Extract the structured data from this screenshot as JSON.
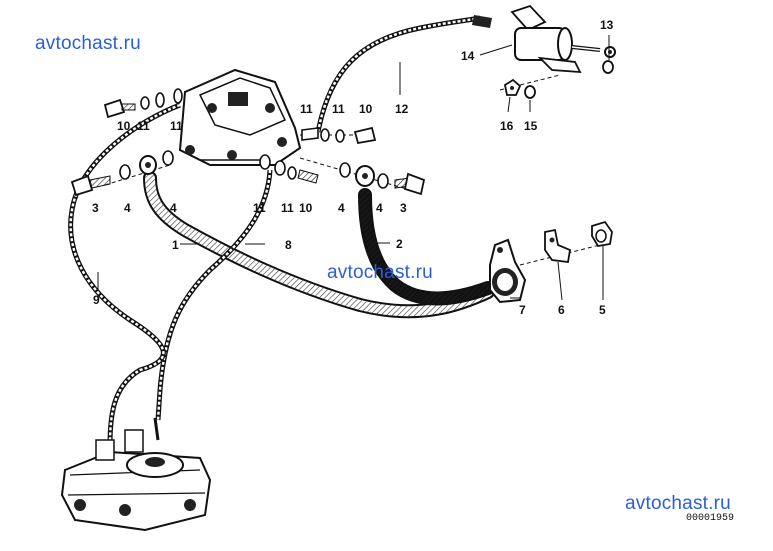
{
  "watermarks": [
    "avtochast.ru",
    "avtochast.ru",
    "avtochast.ru"
  ],
  "diagram_code": "00001959",
  "part_numbers": {
    "n1": "1",
    "n2": "2",
    "n3": "3",
    "n4": "4",
    "n5": "5",
    "n6": "6",
    "n7": "7",
    "n8": "8",
    "n9": "9",
    "n10": "10",
    "n11": "11",
    "n12": "12",
    "n13": "13",
    "n14": "14",
    "n15": "15",
    "n16": "16"
  }
}
